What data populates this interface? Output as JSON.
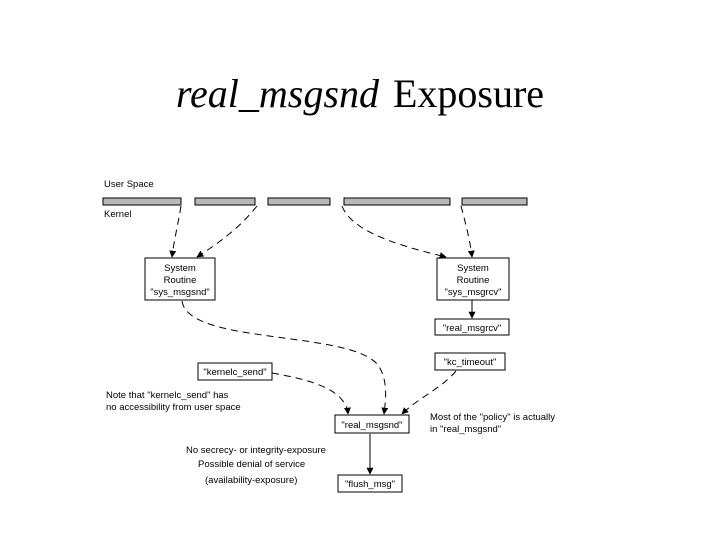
{
  "slide": {
    "title_function": "real_msgsnd",
    "title_rest": "Exposure"
  },
  "diagram": {
    "user_space_label": "User Space",
    "kernel_label": "Kernel",
    "system_routine_left": [
      "System",
      "Routine",
      "\"sys_msgsnd\""
    ],
    "system_routine_right": [
      "System",
      "Routine",
      "\"sys_msgrcv\""
    ],
    "real_msgrcv_box": "\"real_msgrcv\"",
    "kc_timeout_box": "\"kc_timeout\"",
    "kernelc_send_box": "\"kernelc_send\"",
    "real_msgsnd_box": "\"real_msgsnd\"",
    "flush_msg_box": "\"flush_msg\"",
    "note_left": [
      "Note that \"kernelc_send\" has",
      "no accessibility from user space"
    ],
    "note_right": [
      "Most of the \"policy\" is actually",
      "in \"real_msgsnd\""
    ],
    "note_bottom": [
      "No secrecy- or integrity-exposure",
      "Possible denial of service",
      "(availability-exposure)"
    ]
  }
}
